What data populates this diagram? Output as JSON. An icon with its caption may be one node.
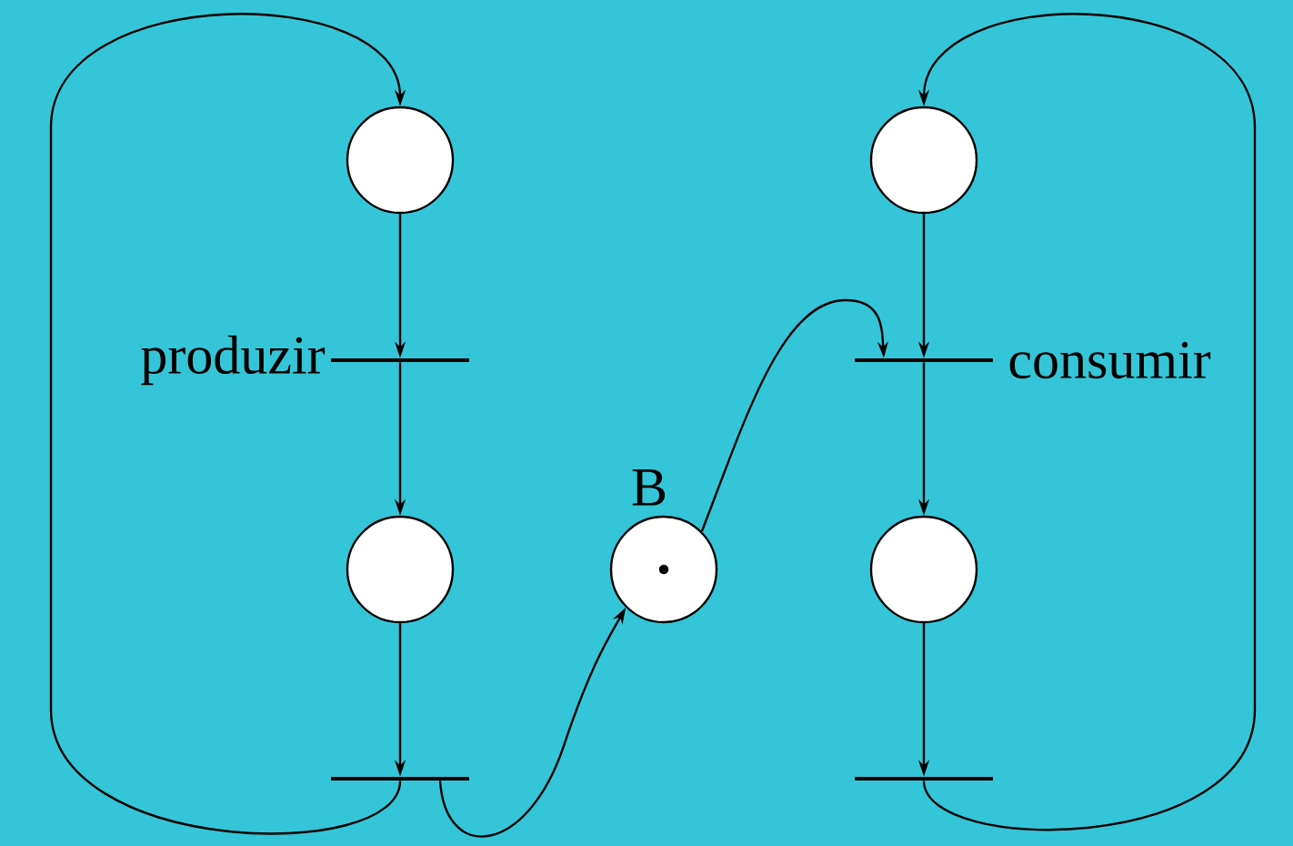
{
  "diagram": {
    "nodes": [
      {
        "text": [],
        "shape": "circle"
      },
      {
        "text": [],
        "shape": "bar",
        "beside": [
          "produzir"
        ]
      },
      {
        "text": [],
        "shape": "circle"
      },
      {
        "text": [],
        "shape": "bar"
      },
      {
        "text": [],
        "shape": "circle",
        "beside": [
          "B"
        ]
      },
      {
        "text": [],
        "shape": "circle"
      },
      {
        "text": [],
        "shape": "bar",
        "beside": [
          "consumir"
        ]
      },
      {
        "text": [],
        "shape": "circle"
      },
      {
        "text": [],
        "shape": "bar"
      }
    ],
    "edges": [
      {
        "from": 0,
        "to": 1,
        "arrow": "to"
      },
      {
        "from": 1,
        "to": 2,
        "arrow": "to"
      },
      {
        "from": 2,
        "to": 3,
        "arrow": "to"
      },
      {
        "from": 3,
        "to": 0,
        "arrow": "to"
      },
      {
        "from": 3,
        "to": 4,
        "arrow": "to"
      },
      {
        "from": 4,
        "to": 6,
        "arrow": "to"
      },
      {
        "from": 5,
        "to": 6,
        "arrow": "to"
      },
      {
        "from": 6,
        "to": 7,
        "arrow": "to"
      },
      {
        "from": 7,
        "to": 8,
        "arrow": "to"
      },
      {
        "from": 8,
        "to": 5,
        "arrow": "to"
      }
    ]
  }
}
